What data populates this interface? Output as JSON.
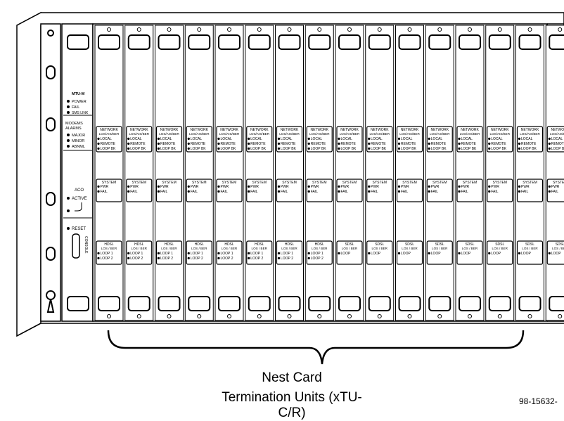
{
  "mtu": {
    "title": "MTU-M",
    "leds": [
      "POWER",
      "FAIL",
      "SMS LINK"
    ],
    "alarms_title": [
      "MODEMS",
      "ALARMS"
    ],
    "alarm_leds": [
      "MAJOR",
      "MINOR",
      "ABNML"
    ],
    "aco_label": "ACO",
    "aco_led": "ACTIVE",
    "reset_label": "RESET",
    "console_label": "CONSOLE"
  },
  "cards": [
    {
      "network": "NETWORK",
      "network_sub": "LOS/AIS/BER",
      "network_leds": [
        "LOCAL",
        "REMOTE",
        "LOOP BK"
      ],
      "system": "SYSTEM",
      "system_leds": [
        "PWR",
        "FAIL"
      ],
      "line": "HDSL",
      "line_sub": "LOS / BER",
      "line_leds": [
        "LOOP 1",
        "LOOP 2"
      ]
    },
    {
      "network": "NETWORK",
      "network_sub": "LOS/AIS/BER",
      "network_leds": [
        "LOCAL",
        "REMOTE",
        "LOOP BK"
      ],
      "system": "SYSTEM",
      "system_leds": [
        "PWR",
        "FAIL"
      ],
      "line": "HDSL",
      "line_sub": "LOS / BER",
      "line_leds": [
        "LOOP 1",
        "LOOP 2"
      ]
    },
    {
      "network": "NETWORK",
      "network_sub": "LOS/AIS/BER",
      "network_leds": [
        "LOCAL",
        "REMOTE",
        "LOOP BK"
      ],
      "system": "SYSTEM",
      "system_leds": [
        "PWR",
        "FAIL"
      ],
      "line": "HDSL",
      "line_sub": "LOS / BER",
      "line_leds": [
        "LOOP 1",
        "LOOP 2"
      ]
    },
    {
      "network": "NETWORK",
      "network_sub": "LOS/AIS/BER",
      "network_leds": [
        "LOCAL",
        "REMOTE",
        "LOOP BK"
      ],
      "system": "SYSTEM",
      "system_leds": [
        "PWR",
        "FAIL"
      ],
      "line": "HDSL",
      "line_sub": "LOS / BER",
      "line_leds": [
        "LOOP 1",
        "LOOP 2"
      ]
    },
    {
      "network": "NETWORK",
      "network_sub": "LOS/AIS/BER",
      "network_leds": [
        "LOCAL",
        "REMOTE",
        "LOOP BK"
      ],
      "system": "SYSTEM",
      "system_leds": [
        "PWR",
        "FAIL"
      ],
      "line": "HDSL",
      "line_sub": "LOS / BER",
      "line_leds": [
        "LOOP 1",
        "LOOP 2"
      ]
    },
    {
      "network": "NETWORK",
      "network_sub": "LOS/AIS/BER",
      "network_leds": [
        "LOCAL",
        "REMOTE",
        "LOOP BK"
      ],
      "system": "SYSTEM",
      "system_leds": [
        "PWR",
        "FAIL"
      ],
      "line": "HDSL",
      "line_sub": "LOS / BER",
      "line_leds": [
        "LOOP 1",
        "LOOP 2"
      ]
    },
    {
      "network": "NETWORK",
      "network_sub": "LOS/AIS/BER",
      "network_leds": [
        "LOCAL",
        "REMOTE",
        "LOOP BK"
      ],
      "system": "SYSTEM",
      "system_leds": [
        "PWR",
        "FAIL"
      ],
      "line": "HDSL",
      "line_sub": "LOS / BER",
      "line_leds": [
        "LOOP 1",
        "LOOP 2"
      ]
    },
    {
      "network": "NETWORK",
      "network_sub": "LOS/AIS/BER",
      "network_leds": [
        "LOCAL",
        "REMOTE",
        "LOOP BK"
      ],
      "system": "SYSTEM",
      "system_leds": [
        "PWR",
        "FAIL"
      ],
      "line": "HDSL",
      "line_sub": "LOS / BER",
      "line_leds": [
        "LOOP 1",
        "LOOP 2"
      ]
    },
    {
      "network": "NETWORK",
      "network_sub": "LOS/AIS/BER",
      "network_leds": [
        "LOCAL",
        "REMOTE",
        "LOOP BK"
      ],
      "system": "SYSTEM",
      "system_leds": [
        "PWR",
        "FAIL"
      ],
      "line": "SDSL",
      "line_sub": "LOS / BER",
      "line_leds": [
        "LOOP"
      ]
    },
    {
      "network": "NETWORK",
      "network_sub": "LOS/AIS/BER",
      "network_leds": [
        "LOCAL",
        "REMOTE",
        "LOOP BK"
      ],
      "system": "SYSTEM",
      "system_leds": [
        "PWR",
        "FAIL"
      ],
      "line": "SDSL",
      "line_sub": "LOS / BER",
      "line_leds": [
        "LOOP"
      ]
    },
    {
      "network": "NETWORK",
      "network_sub": "LOS/AIS/BER",
      "network_leds": [
        "LOCAL",
        "REMOTE",
        "LOOP BK"
      ],
      "system": "SYSTEM",
      "system_leds": [
        "PWR",
        "FAIL"
      ],
      "line": "SDSL",
      "line_sub": "LOS / BER",
      "line_leds": [
        "LOOP"
      ]
    },
    {
      "network": "NETWORK",
      "network_sub": "LOS/AIS/BER",
      "network_leds": [
        "LOCAL",
        "REMOTE",
        "LOOP BK"
      ],
      "system": "SYSTEM",
      "system_leds": [
        "PWR",
        "FAIL"
      ],
      "line": "SDSL",
      "line_sub": "LOS / BER",
      "line_leds": [
        "LOOP"
      ]
    },
    {
      "network": "NETWORK",
      "network_sub": "LOS/AIS/BER",
      "network_leds": [
        "LOCAL",
        "REMOTE",
        "LOOP BK"
      ],
      "system": "SYSTEM",
      "system_leds": [
        "PWR",
        "FAIL"
      ],
      "line": "SDSL",
      "line_sub": "LOS / BER",
      "line_leds": [
        "LOOP"
      ]
    },
    {
      "network": "NETWORK",
      "network_sub": "LOS/AIS/BER",
      "network_leds": [
        "LOCAL",
        "REMOTE",
        "LOOP BK"
      ],
      "system": "SYSTEM",
      "system_leds": [
        "PWR",
        "FAIL"
      ],
      "line": "SDSL",
      "line_sub": "LOS / BER",
      "line_leds": [
        "LOOP"
      ]
    },
    {
      "network": "NETWORK",
      "network_sub": "LOS/AIS/BER",
      "network_leds": [
        "LOCAL",
        "REMOTE",
        "LOOP BK"
      ],
      "system": "SYSTEM",
      "system_leds": [
        "PWR",
        "FAIL"
      ],
      "line": "SDSL",
      "line_sub": "LOS / BER",
      "line_leds": [
        "LOOP"
      ]
    },
    {
      "network": "NETWORK",
      "network_sub": "LOS/AIS/BER",
      "network_leds": [
        "LOCAL",
        "REMOTE",
        "LOOP BK"
      ],
      "system": "SYSTEM",
      "system_leds": [
        "PWR",
        "FAIL"
      ],
      "line": "SDSL",
      "line_sub": "LOS / BER",
      "line_leds": [
        "LOOP"
      ]
    }
  ],
  "caption": {
    "line1": "Nest Card",
    "line2": "Termination Units (xTU-C/R)"
  },
  "figure_id": "98-15632-"
}
